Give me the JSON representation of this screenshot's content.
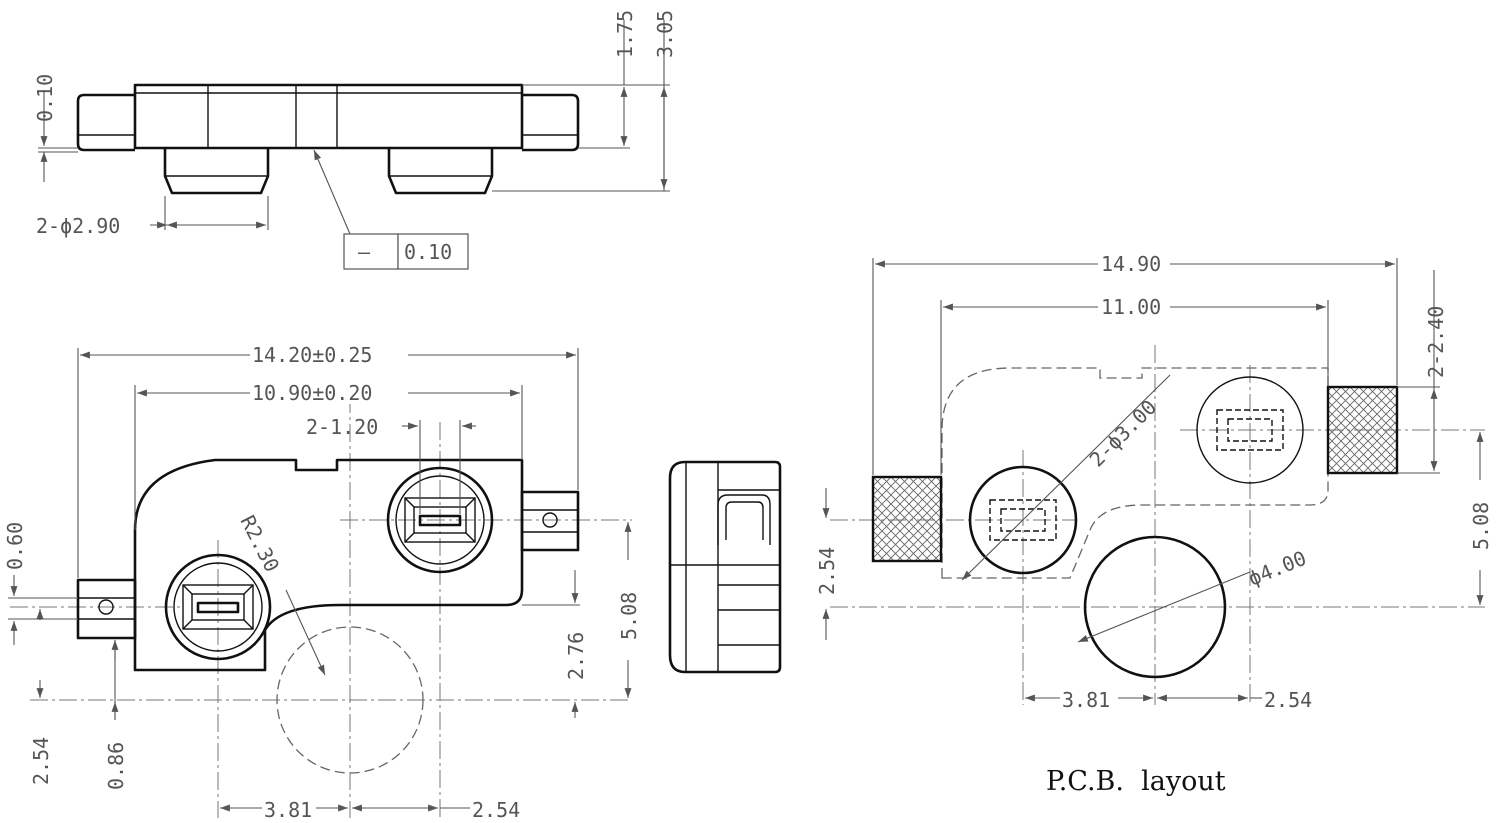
{
  "side_view": {
    "dims": {
      "d_0_10": "0.10",
      "d_1_75": "1.75",
      "d_3_05": "3.05",
      "d_pins": "2-ϕ2.90"
    },
    "flatness": {
      "symbol": "—",
      "value": "0.10"
    }
  },
  "top_view": {
    "dims": {
      "width_total": "14.20±0.25",
      "width_body": "10.90±0.20",
      "slot": "2-1.20",
      "radius": "R2.30",
      "d_0_60": "0.60",
      "d_5_08": "5.08",
      "d_2_76": "2.76",
      "d_2_54_v": "2.54",
      "d_0_86": "0.86",
      "d_3_81": "3.81",
      "d_2_54_h": "2.54"
    }
  },
  "pcb_layout": {
    "title": "P.C.B.  layout",
    "dims": {
      "width_total": "14.90",
      "width_pads": "11.00",
      "pad": "2-2.40",
      "holes": "2-ϕ3.00",
      "big_hole": "ϕ4.00",
      "d_5_08": "5.08",
      "d_2_54_v": "2.54",
      "d_3_81": "3.81",
      "d_2_54_h": "2.54"
    }
  }
}
